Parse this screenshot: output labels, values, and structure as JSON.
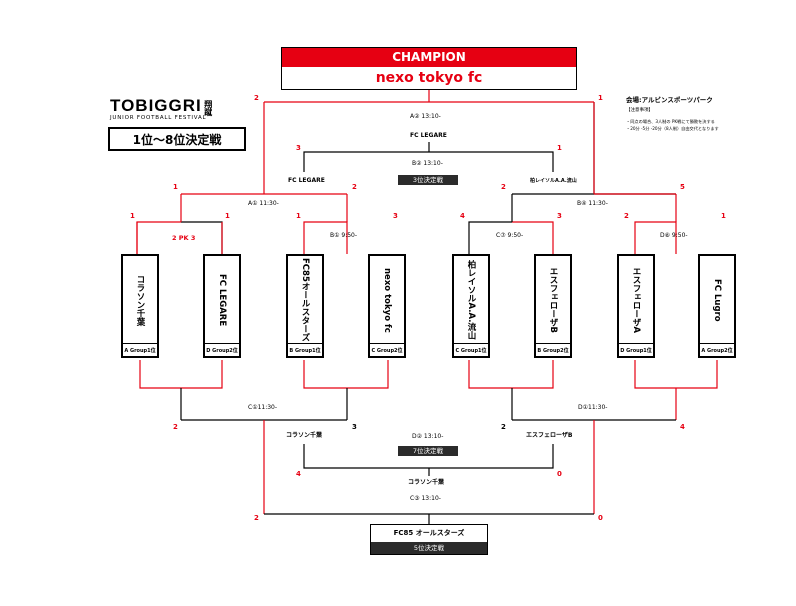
{
  "logo": {
    "brand": "TOBIGGRI",
    "kanji": "翔蹴",
    "subtitle": "JUNIOR FOOTBALL FESTIVAL",
    "tournament": "1位～8位決定戦"
  },
  "champion": {
    "header": "CHAMPION",
    "name": "nexo tokyo fc"
  },
  "info": {
    "venue": "会場:アルビンスポーツパーク",
    "notes_title": "【注意事項】",
    "note1": "・同点の場合、3人制の PK戦にて勝敗を決する",
    "note2": "・20分 -5分 -20分（8人制）自由交代となります"
  },
  "teams": [
    {
      "name": "コラソン千葉",
      "group": "A Group1位"
    },
    {
      "name": "FC LEGARE",
      "group": "D Group2位"
    },
    {
      "name": "FC85オールスターズ",
      "group": "B Group1位"
    },
    {
      "name": "nexo tokyo fc",
      "group": "C Group2位"
    },
    {
      "name": "柏レイソルA.A.流山",
      "group": "C Group1位"
    },
    {
      "name": "エスフェローザB",
      "group": "B Group2位"
    },
    {
      "name": "エスフェローザA",
      "group": "D Group1位"
    },
    {
      "name": "FC Lugro",
      "group": "A Group2位"
    }
  ],
  "matches": {
    "c1": "C①11:30-",
    "d1": "D①11:30-",
    "b1": "B① 9:50-",
    "c2": "C⑦ 9:50-",
    "d3": "D⑧ 9:50-",
    "a1": "A① 11:30-",
    "b2": "B④ 11:30-",
    "semi_b": "B② 13:10-",
    "final_a": "A② 13:10-",
    "d2": "D② 13:10-",
    "c3": "C③ 13:10-"
  },
  "scores": {
    "m1_left": "1",
    "m1_right": "1",
    "pk": "2 PK 3",
    "m2_left": "1",
    "m2_right": "3",
    "m3_left": "4",
    "m3_right": "3",
    "m4_left": "2",
    "m4_right": "1",
    "s1_left": "1",
    "s1_right": "2",
    "s2_left": "2",
    "s2_right": "5",
    "final_left": "2",
    "final_right": "1",
    "third_left": "3",
    "third_right": "1",
    "c1_left": "2",
    "c1_right": "3",
    "d1_left": "2",
    "d1_right": "4",
    "seventh_left": "4",
    "seventh_right": "0",
    "fifth_left": "2",
    "fifth_right": "0"
  },
  "winners": {
    "s1": "FC LEGARE",
    "s2": "柏レイソルA.A.流山",
    "third": "FC LEGARE",
    "c1w": "コラソン千葉",
    "d1w": "エスフェローザB",
    "seventh": "コラソン千葉",
    "fifth": "FC85 オールスターズ"
  },
  "labels": {
    "third_place": "3位決定戦",
    "seventh_place": "7位決定戦",
    "fifth_place": "5位決定戦"
  }
}
